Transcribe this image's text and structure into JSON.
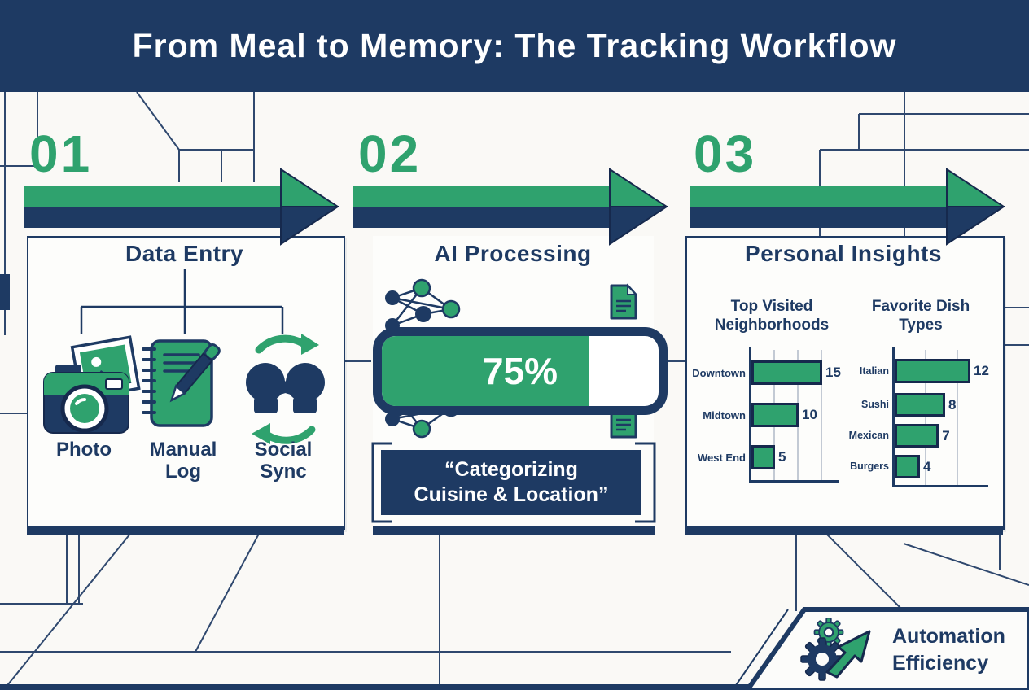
{
  "header": {
    "title": "From Meal to Memory: The Tracking Workflow"
  },
  "steps": [
    {
      "number": "01",
      "title": "Data Entry",
      "items": [
        {
          "icon": "camera",
          "label": "Photo"
        },
        {
          "icon": "notebook-pen",
          "label": "Manual Log"
        },
        {
          "icon": "social-sync",
          "label": "Social Sync"
        }
      ]
    },
    {
      "number": "02",
      "title": "AI Processing",
      "progress_value": 75,
      "progress_label": "75%",
      "quote_line1": "“Categorizing",
      "quote_line2": "Cuisine & Location”"
    },
    {
      "number": "03",
      "title": "Personal Insights"
    }
  ],
  "chart_data": [
    {
      "type": "bar",
      "orientation": "horizontal",
      "title": "Top Visited Neighborhoods",
      "categories": [
        "Downtown",
        "Midtown",
        "West End"
      ],
      "values": [
        15,
        10,
        5
      ],
      "value_labels": [
        "15",
        "10",
        "5"
      ],
      "xlim": [
        0,
        17
      ],
      "gridlines": [
        5,
        10,
        15
      ],
      "legend": "none"
    },
    {
      "type": "bar",
      "orientation": "horizontal",
      "title": "Favorite Dish Types",
      "categories": [
        "Italian",
        "Sushi",
        "Mexican",
        "Burgers"
      ],
      "values": [
        12,
        8,
        7,
        4
      ],
      "value_labels": [
        "12",
        "8",
        "7",
        "4"
      ],
      "xlim": [
        0,
        14
      ],
      "gridlines": [
        5,
        10
      ],
      "legend": "none"
    }
  ],
  "badge": {
    "line1": "Automation",
    "line2": "Efficiency"
  },
  "colors": {
    "navy": "#1e3a63",
    "navy_dark": "#16294d",
    "green": "#2fa26e",
    "background": "#faf9f6",
    "card": "#fdfdfb",
    "gridline": "#c3cad4",
    "title_text": "#ffffff"
  }
}
